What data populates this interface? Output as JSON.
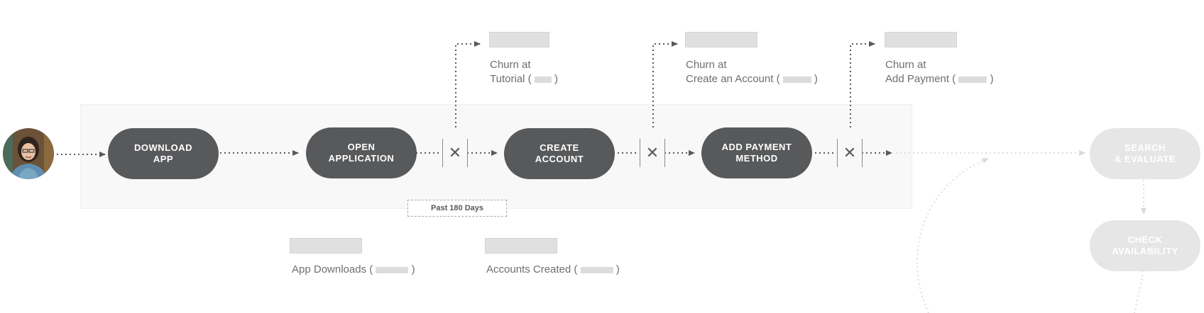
{
  "steps": [
    {
      "id": "download",
      "label": "DOWNLOAD\nAPP"
    },
    {
      "id": "open",
      "label": "OPEN\nAPPLICATION"
    },
    {
      "id": "create",
      "label": "CREATE\nACCOUNT"
    },
    {
      "id": "payment",
      "label": "ADD PAYMENT\nMETHOD"
    },
    {
      "id": "search",
      "label": "SEARCH\n& EVALUATE"
    },
    {
      "id": "check",
      "label": "CHECK\nAVAILABILITY"
    }
  ],
  "churn": [
    {
      "line1": "Churn at",
      "line2": "Tutorial (",
      "close": ")"
    },
    {
      "line1": "Churn at",
      "line2": "Create an Account (",
      "close": ")"
    },
    {
      "line1": "Churn at",
      "line2": "Add Payment (",
      "close": ")"
    }
  ],
  "metrics": [
    {
      "label": "App Downloads (",
      "close": ")"
    },
    {
      "label": "Accounts Created (",
      "close": ")"
    }
  ],
  "note": "Past 180 Days",
  "drop_symbol": "✕",
  "colors": {
    "pill": "#58595b",
    "faded_pill": "#e6e6e6",
    "text": "#6d6e71",
    "line": "#58595b"
  }
}
